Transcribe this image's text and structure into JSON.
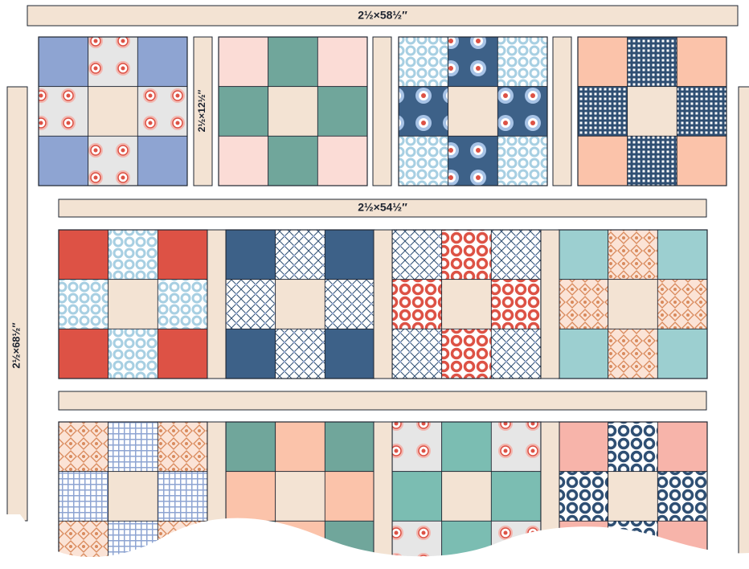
{
  "labels": {
    "top_sashing": "2½×58½″",
    "short_sashing": "2½×12½″",
    "middle_sashing": "2½×54½″",
    "side_border": "2½×68½″"
  },
  "colors": {
    "sashing": "#f3e3d3",
    "outline": "#1e2430",
    "periwinkle": "#8ea4d2",
    "blush": "#fbdcd6",
    "teal": "#70a69b",
    "navy": "#3d6188",
    "peach": "#fbc3aa",
    "red": "#dd5245",
    "aqua": "#9ccfd0",
    "sea": "#7bbdb2",
    "pink": "#f7b4aa",
    "gray": "#e6e6e6",
    "light_blue": "#a7cfe2",
    "cut_wave": "#ffffff"
  },
  "blocks": {
    "row1": [
      {
        "corner": "periwinkle",
        "arm": "gray-medallion"
      },
      {
        "corner": "blush",
        "arm": "teal"
      },
      {
        "corner": "lightblue-rings",
        "arm": "navy-medallion"
      },
      {
        "corner": "peach",
        "arm": "navy-grid"
      }
    ],
    "row2": [
      {
        "corner": "red",
        "arm": "lightblue-rings"
      },
      {
        "corner": "navy",
        "arm": "navy-lattice"
      },
      {
        "corner": "navy-lattice",
        "arm": "red-rings"
      },
      {
        "corner": "aqua",
        "arm": "salmon-diamond"
      }
    ],
    "row3": [
      {
        "corner": "salmon-diamond",
        "arm": "blue-grid"
      },
      {
        "corner": "teal",
        "arm": "peach"
      },
      {
        "corner": "gray-medallion",
        "arm": "sea"
      },
      {
        "corner": "pink",
        "arm": "navy-rings"
      }
    ]
  }
}
